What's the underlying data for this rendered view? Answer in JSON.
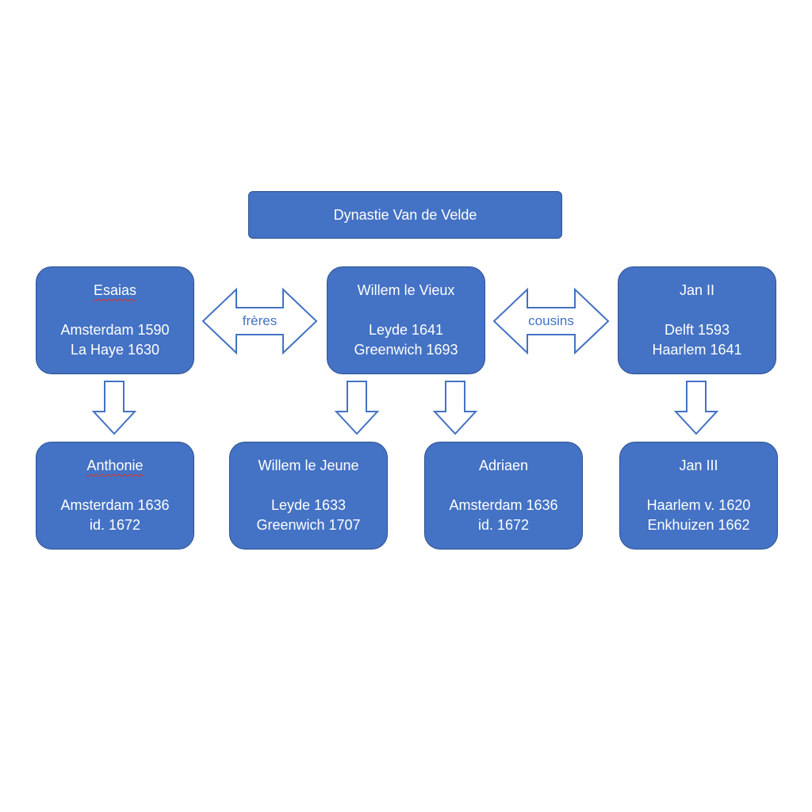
{
  "title": "Dynastie Van de Velde",
  "relations": {
    "brothers": "frères",
    "cousins": "cousins"
  },
  "parents": [
    {
      "name": "Esaias",
      "birth": "Amsterdam 1590",
      "death": "La Haye 1630"
    },
    {
      "name": "Willem le Vieux",
      "birth": "Leyde 1641",
      "death": "Greenwich 1693"
    },
    {
      "name": "Jan II",
      "birth": "Delft 1593",
      "death": "Haarlem 1641"
    }
  ],
  "children": [
    {
      "name": "Anthonie",
      "birth": "Amsterdam 1636",
      "death": "id. 1672"
    },
    {
      "name": "Willem le Jeune",
      "birth": "Leyde 1633",
      "death": "Greenwich 1707"
    },
    {
      "name": "Adriaen",
      "birth": "Amsterdam 1636",
      "death": "id. 1672"
    },
    {
      "name": "Jan III",
      "birth": "Haarlem v. 1620",
      "death": "Enkhuizen 1662"
    }
  ],
  "colors": {
    "box_fill": "#4472c4",
    "box_border": "#2f528f",
    "box_text": "#ffffff",
    "arrow_outline": "#4472c4",
    "spellcheck_underline": "#e0341f"
  }
}
